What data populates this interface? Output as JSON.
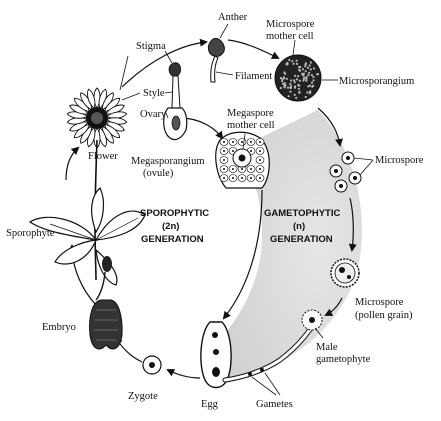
{
  "labels": {
    "anther": "Anther",
    "microspore_mother_cell_1": "Microspore",
    "microspore_mother_cell_2": "mother cell",
    "stigma": "Stigma",
    "filament": "Filament",
    "microsporangium": "Microsporangium",
    "style": "Style",
    "megaspore_mother_cell_1": "Megaspore",
    "megaspore_mother_cell_2": "mother cell",
    "ovary": "Ovary",
    "microspore": "Microspore",
    "flower": "Flower",
    "megasporangium_1": "Megasporangium",
    "megasporangium_2": "(ovule)",
    "sporophyte": "Sporophyte",
    "embryo": "Embryo",
    "microspore_pollen_1": "Microspore",
    "microspore_pollen_2": "(pollen grain)",
    "male_gametophyte_1": "Male",
    "male_gametophyte_2": "gametophyte",
    "zygote": "Zygote",
    "egg": "Egg",
    "gametes": "Gametes"
  },
  "generations": {
    "sporophytic_1": "SPOROPHYTIC",
    "sporophytic_2": "(2n)",
    "sporophytic_3": "GENERATION",
    "gametophytic_1": "GAMETOPHYTIC",
    "gametophytic_2": "(n)",
    "gametophytic_3": "GENERATION"
  },
  "colors": {
    "ink": "#111111",
    "shade": "#d9d9d9"
  }
}
